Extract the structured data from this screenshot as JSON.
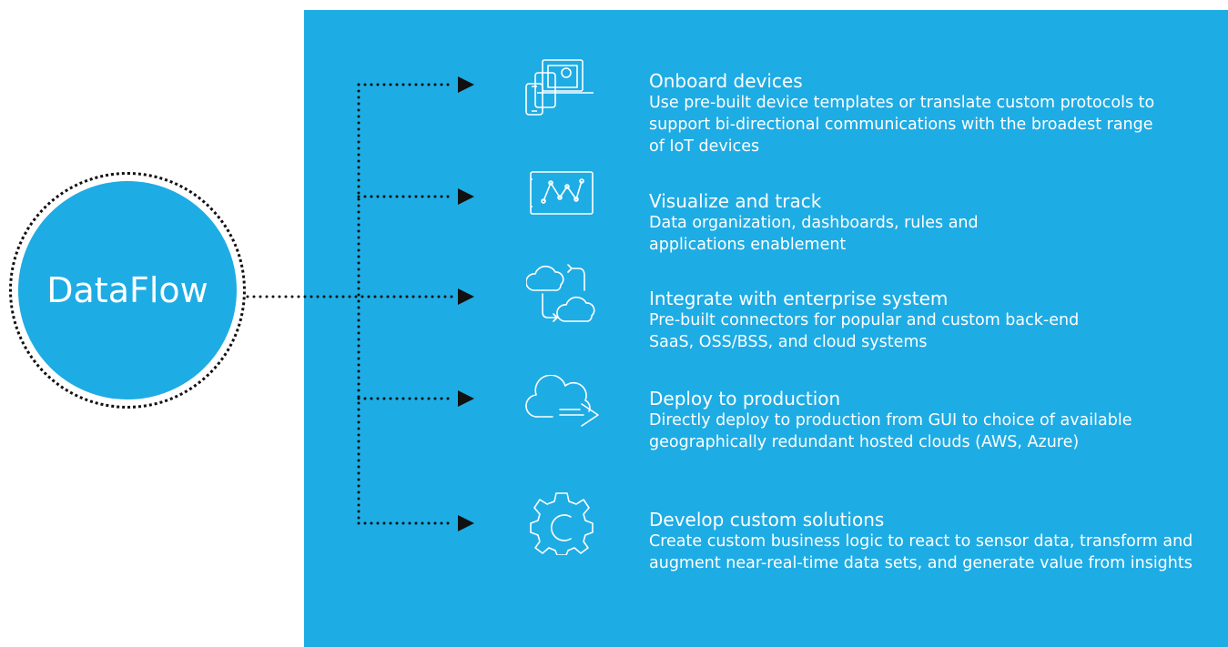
{
  "hub": {
    "label": "DataFlow"
  },
  "colors": {
    "panel": "#1eace4",
    "text": "#ffffff",
    "connector": "#111111"
  },
  "items": [
    {
      "icon": "devices-icon",
      "title": "Onboard devices",
      "description": "Use pre-built device templates or translate custom protocols to support bi-directional communications with the broadest range of IoT devices"
    },
    {
      "icon": "chart-icon",
      "title": "Visualize and track",
      "description": "Data organization, dashboards, rules and applications enablement"
    },
    {
      "icon": "cloud-sync-icon",
      "title": "Integrate with enterprise system",
      "description": "Pre-built connectors for popular and custom back-end SaaS, OSS/BSS, and cloud systems"
    },
    {
      "icon": "cloud-deploy-icon",
      "title": "Deploy to production",
      "description": "Directly deploy to production from GUI to choice of available geographically redundant hosted clouds (AWS, Azure)"
    },
    {
      "icon": "gear-icon",
      "title": "Develop custom solutions",
      "description": "Create custom business logic to react to sensor data, transform and augment near-real-time data sets, and generate value from insights"
    }
  ]
}
